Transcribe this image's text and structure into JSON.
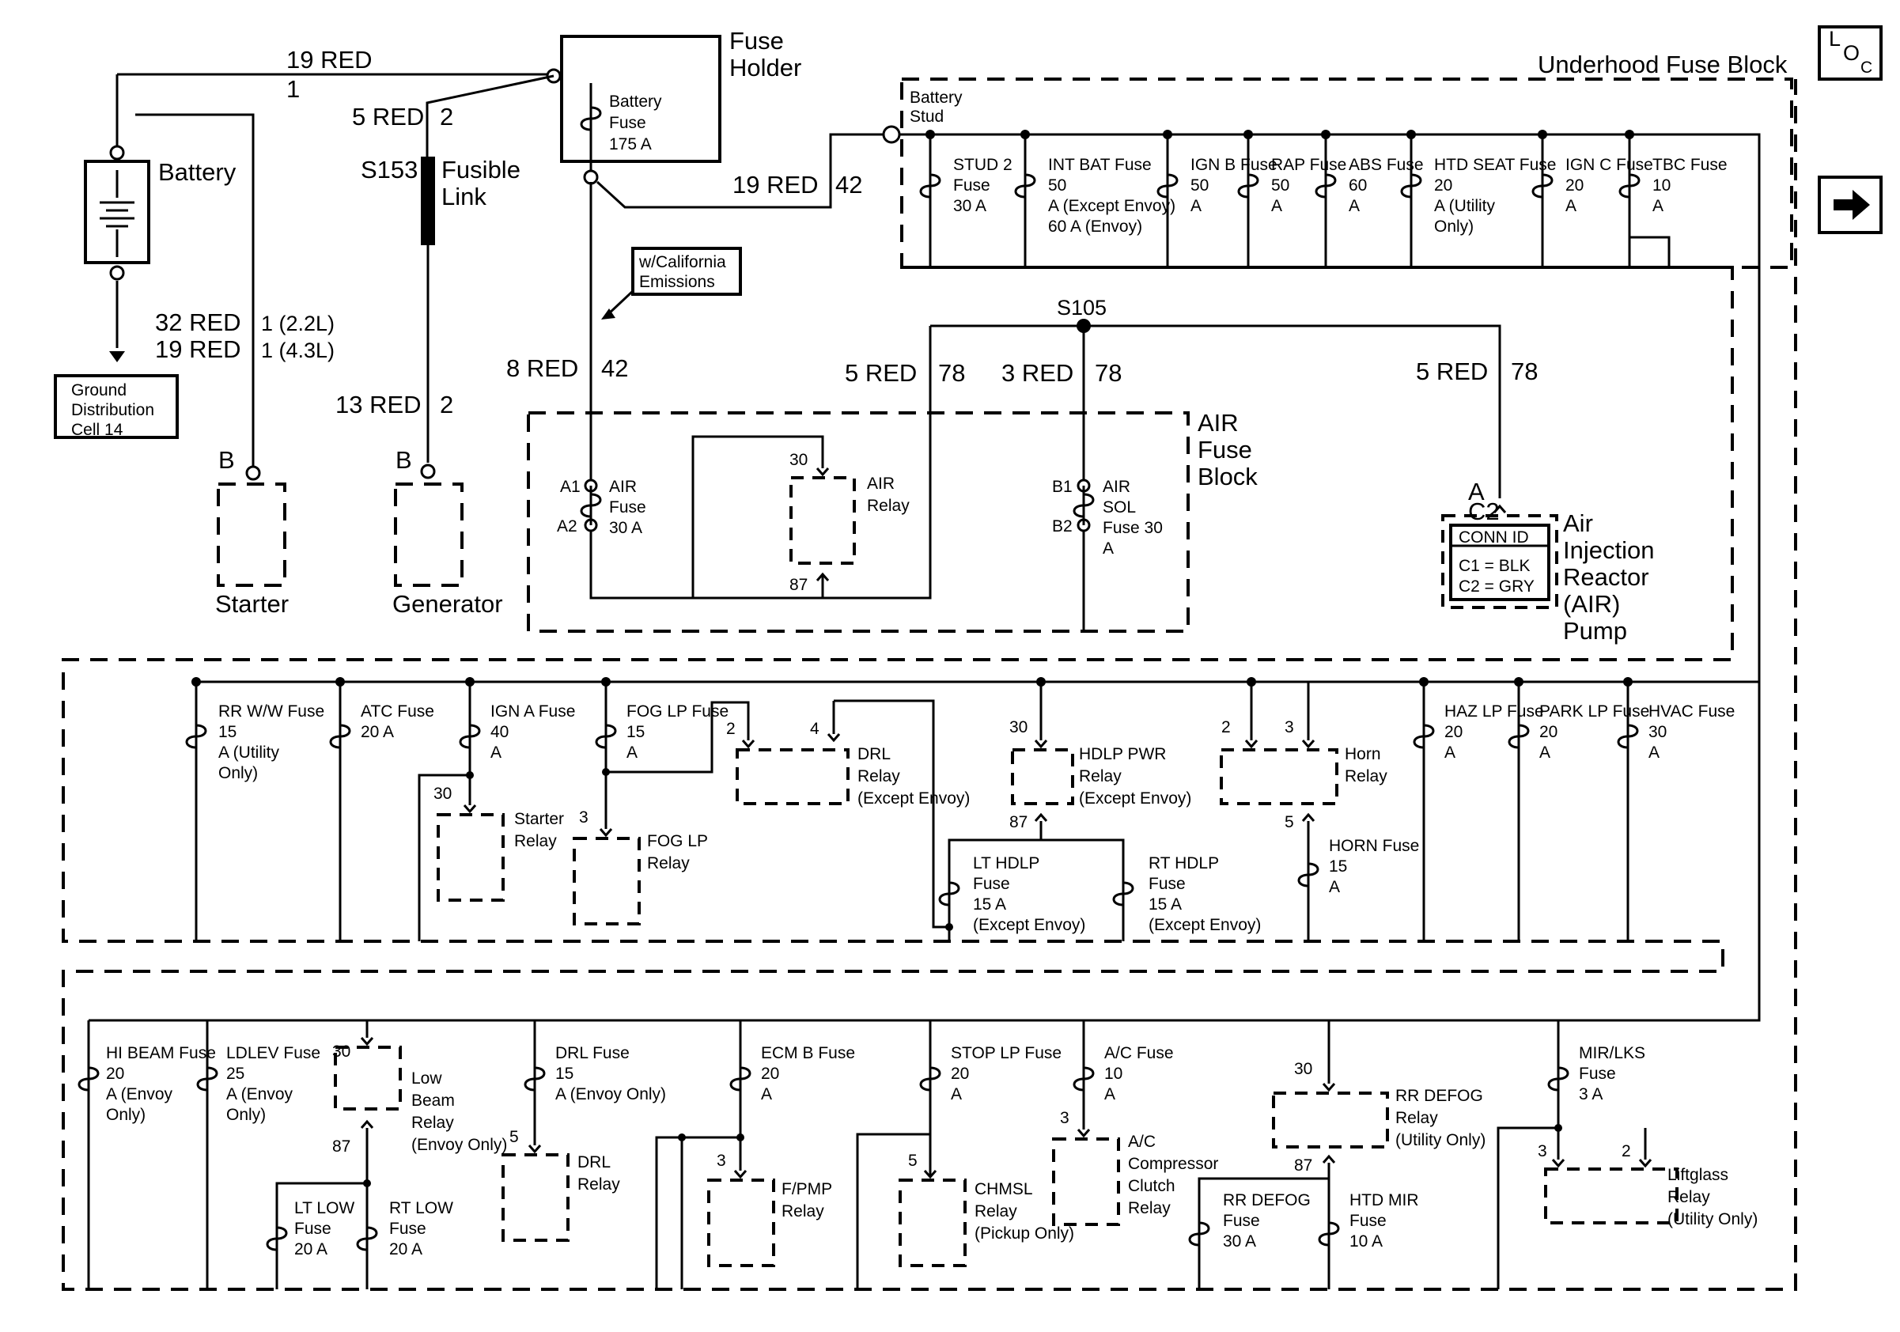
{
  "page": {
    "loc_icon": "location-icon",
    "next_icon": "arrow-right-icon"
  },
  "ufb_title": "Underhood Fuse Block",
  "battery_stud": "Battery Stud",
  "fuse_holder": {
    "title": "Fuse Holder",
    "fuse": "Battery Fuse 175 A"
  },
  "battery": "Battery",
  "fusible_link": {
    "id": "S153",
    "label": "Fusible Link"
  },
  "ground": "Ground Distribution Cell 14",
  "starter": {
    "pin": "B",
    "label": "Starter"
  },
  "generator": {
    "pin": "B",
    "label": "Generator"
  },
  "california": "w/California Emissions",
  "splice": "S105",
  "wires": {
    "w19_1": "19 RED",
    "c1": "1",
    "w5_2": "5 RED",
    "c2": "2",
    "w19_42": "19 RED",
    "c42": "42",
    "w32": "32 RED",
    "c32": "1 (2.2L)",
    "w19b": "19 RED",
    "c19b": "1 (4.3L)",
    "w13": "13 RED",
    "c13": "2",
    "w8": "8 RED",
    "c8": "42",
    "w5a": "5 RED",
    "c5a": "78",
    "w3": "3 RED",
    "c3": "78",
    "w5b": "5 RED",
    "c5b": "78"
  },
  "top_fuses": [
    "STUD 2 Fuse 30 A",
    "INT BAT Fuse 50 A (Except Envoy) 60 A (Envoy)",
    "IGN B Fuse 50 A",
    "RAP Fuse 50 A",
    "ABS Fuse 60 A",
    "HTD SEAT Fuse 20 A (Utility Only)",
    "IGN C Fuse 20 A",
    "TBC Fuse 10 A"
  ],
  "air_block": {
    "title": "AIR Fuse Block",
    "air_fuse": "AIR Fuse 30 A",
    "a1": "A1",
    "a2": "A2",
    "relay": "AIR Relay",
    "r30": "30",
    "r87": "87",
    "sol": "AIR SOL Fuse 30 A",
    "b1": "B1",
    "b2": "B2"
  },
  "air_pump": {
    "pins": "A C2",
    "conn_id": "CONN ID",
    "c1": "C1 = BLK",
    "c2": "C2 = GRY",
    "label": "Air Injection Reactor (AIR) Pump"
  },
  "mid_row": {
    "rrww": "RR W/W Fuse 15 A (Utility Only)",
    "atc": "ATC Fuse 20 A",
    "igna": "IGN A Fuse 40 A",
    "starter_relay": "Starter Relay",
    "sr30": "30",
    "foglp": "FOG LP Fuse 15 A",
    "foglp_relay": "FOG LP Relay",
    "fr3": "3",
    "drl_relay": "DRL Relay (Except Envoy)",
    "d2": "2",
    "d4": "4",
    "hdlp_relay": "HDLP PWR Relay (Except Envoy)",
    "h30": "30",
    "h87": "87",
    "lthdlp": "LT HDLP Fuse 15 A (Except Envoy)",
    "rthdlp": "RT HDLP Fuse 15 A (Except Envoy)",
    "horn_relay": "Horn Relay",
    "hr2": "2",
    "hr3": "3",
    "hr5": "5",
    "horn": "HORN Fuse 15 A",
    "hazlp": "HAZ LP Fuse 20 A",
    "parklp": "PARK LP Fuse 20 A",
    "hvac": "HVAC Fuse 30 A"
  },
  "bot_row": {
    "hibeam": "HI BEAM Fuse 20 A (Envoy Only)",
    "ldlev": "LDLEV Fuse 25 A (Envoy Only)",
    "lowbeam_relay": "Low Beam Relay (Envoy Only)",
    "lb30": "30",
    "lb87": "87",
    "ltlow": "LT LOW Fuse 20 A",
    "rtlow": "RT LOW Fuse 20 A",
    "drl": "DRL Fuse 15 A (Envoy Only)",
    "drl_relay": "DRL Relay",
    "dr5": "5",
    "ecmb": "ECM B Fuse 20 A",
    "fpmp": "F/PMP Relay",
    "fp3": "3",
    "stoplp": "STOP LP Fuse 20 A",
    "chmsl": "CHMSL Relay (Pickup Only)",
    "ch5": "5",
    "ac": "A/C Fuse 10 A",
    "ac_relay": "A/C Compressor Clutch Relay",
    "ac3": "3",
    "rrdefog_relay": "RR DEFOG Relay (Utility Only)",
    "rd30": "30",
    "rd87": "87",
    "rrdefog": "RR DEFOG Fuse 30 A",
    "htdmir": "HTD MIR Fuse 10 A",
    "mirlks": "MIR/LKS Fuse 3 A",
    "liftglass": "Liftglass Relay (Utility Only)",
    "lg3": "3",
    "lg2": "2"
  }
}
